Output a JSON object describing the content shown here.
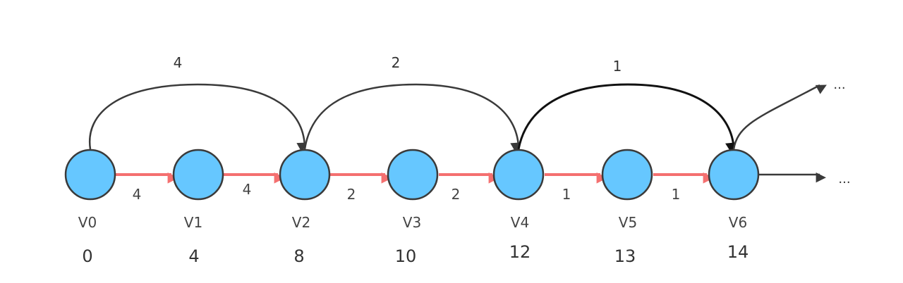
{
  "nodes": [
    {
      "name": "V0",
      "dist": "0"
    },
    {
      "name": "V1",
      "dist": "4"
    },
    {
      "name": "V2",
      "dist": "8"
    },
    {
      "name": "V3",
      "dist": "10"
    },
    {
      "name": "V4",
      "dist": "12"
    },
    {
      "name": "V5",
      "dist": "13"
    },
    {
      "name": "V6",
      "dist": "14"
    }
  ],
  "chain_edges": [
    {
      "from": 0,
      "to": 1,
      "weight": "4"
    },
    {
      "from": 1,
      "to": 2,
      "weight": "4"
    },
    {
      "from": 2,
      "to": 3,
      "weight": "2"
    },
    {
      "from": 3,
      "to": 4,
      "weight": "2"
    },
    {
      "from": 4,
      "to": 5,
      "weight": "1"
    },
    {
      "from": 5,
      "to": 6,
      "weight": "1"
    }
  ],
  "skip_edges": [
    {
      "from": 0,
      "to": 2,
      "weight": "4"
    },
    {
      "from": 2,
      "to": 4,
      "weight": "2"
    },
    {
      "from": 4,
      "to": 6,
      "weight": "1"
    }
  ],
  "continuation": {
    "upper": "...",
    "lower": "..."
  },
  "colors": {
    "node_fill": "#66c7ff",
    "node_stroke": "#3a3a3a",
    "chain_edge": "#f47070",
    "skip_edge": "#3a3a3a"
  }
}
